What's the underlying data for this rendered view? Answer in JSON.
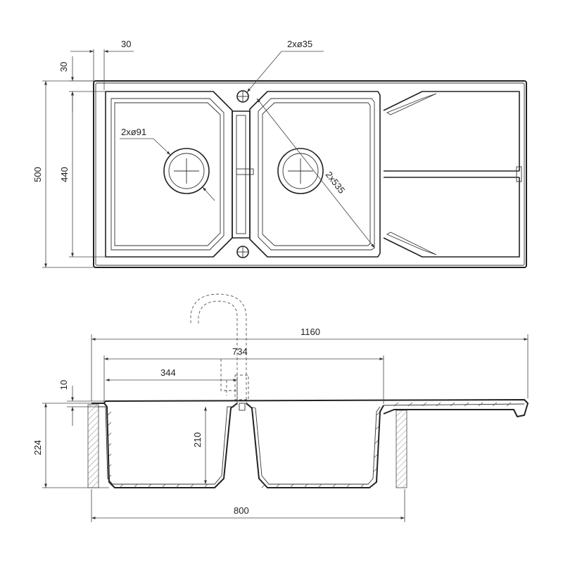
{
  "top_view": {
    "dims": {
      "offset_horizontal": "30",
      "offset_vertical": "30",
      "tap_holes": "2xø35",
      "waste_outlets": "2xø91",
      "diagonal": "2x535",
      "overall_depth": "500",
      "inner_depth": "440"
    }
  },
  "side_view": {
    "dims": {
      "overall_length": "1160",
      "bowls_length": "734",
      "bowl_width": "344",
      "rim": "10",
      "total_height": "224",
      "bowl_depth": "210",
      "cabinet": "800"
    }
  }
}
